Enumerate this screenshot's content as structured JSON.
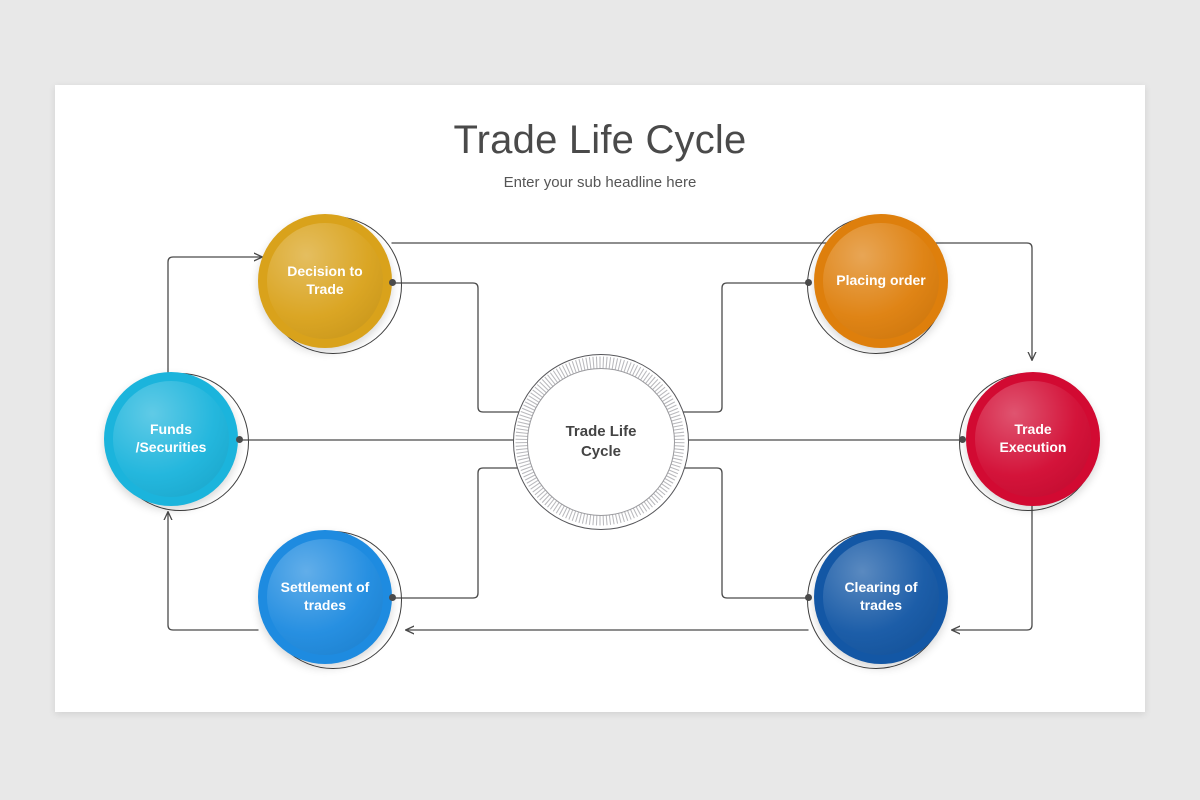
{
  "slide": {
    "title": "Trade Life Cycle",
    "subtitle": "Enter your sub headline here",
    "background_color": "#E8E8E8",
    "card_color": "#FFFFFF"
  },
  "hub": {
    "label": "Trade Life\nCycle",
    "line1": "Trade Life",
    "line2": "Cycle",
    "border_color": "#56565A",
    "fill_color": "#FFFFFF"
  },
  "nodes": [
    {
      "id": "decision-to-trade",
      "label": "Decision to Trade",
      "line1": "Decision to",
      "line2": "Trade",
      "color": "#D9A21B",
      "position": "top-left"
    },
    {
      "id": "placing-order",
      "label": "Placing order",
      "line1": "Placing order",
      "line2": "",
      "color": "#DE7F0C",
      "position": "top-right"
    },
    {
      "id": "trade-execution",
      "label": "Trade Execution",
      "line1": "Trade",
      "line2": "Execution",
      "color": "#D20A32",
      "position": "middle-right"
    },
    {
      "id": "clearing-of-trades",
      "label": "Clearing of trades",
      "line1": "Clearing of",
      "line2": "trades",
      "color": "#1357A5",
      "position": "bottom-right"
    },
    {
      "id": "settlement-of-trades",
      "label": "Settlement of trades",
      "line1": "Settlement of",
      "line2": "trades",
      "color": "#1E8BE0",
      "position": "bottom-left"
    },
    {
      "id": "funds-securities",
      "label": "Funds /Securities",
      "line1": "Funds",
      "line2": "/Securities",
      "color": "#1BB4DC",
      "position": "middle-left"
    }
  ],
  "connectors": {
    "line_color": "#4A4A4A",
    "flow": [
      "funds-securities -> decision-to-trade",
      "decision-to-trade -> placing-order",
      "placing-order -> trade-execution",
      "trade-execution -> clearing-of-trades",
      "clearing-of-trades -> settlement-of-trades",
      "settlement-of-trades -> funds-securities",
      "decision-to-trade -> hub",
      "funds-securities -> hub",
      "settlement-of-trades -> hub",
      "hub -> placing-order",
      "hub -> trade-execution",
      "hub -> clearing-of-trades"
    ]
  }
}
